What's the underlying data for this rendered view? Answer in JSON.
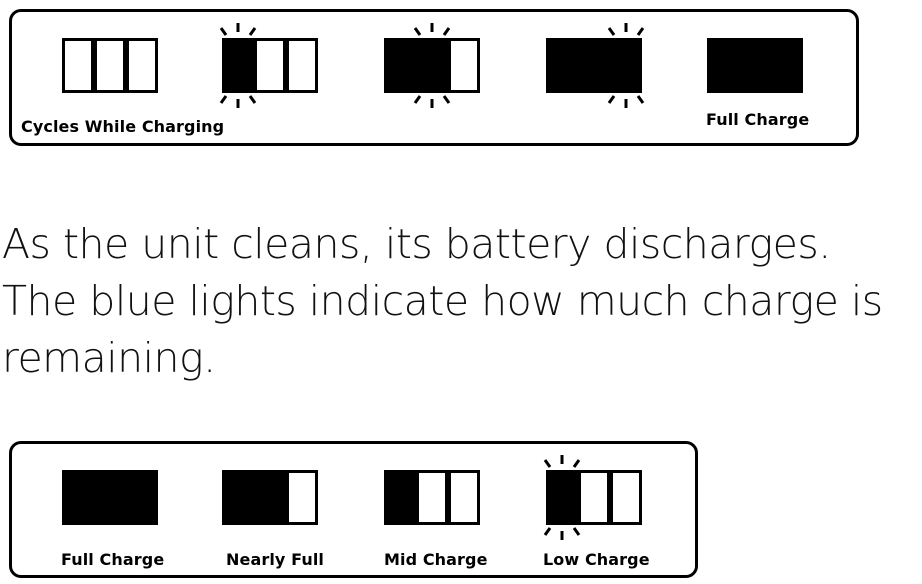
{
  "charging_panel": {
    "caption_left": "Cycles While Charging",
    "caption_right": "Full Charge",
    "gauges": [
      {
        "name": "empty",
        "filled": [
          false,
          false,
          false
        ],
        "flash_segment": null
      },
      {
        "name": "charging-1",
        "filled": [
          true,
          false,
          false
        ],
        "flash_segment": 0
      },
      {
        "name": "charging-2",
        "filled": [
          true,
          true,
          false
        ],
        "flash_segment": 1
      },
      {
        "name": "charging-3",
        "filled": [
          true,
          true,
          true
        ],
        "flash_segment": 2
      },
      {
        "name": "full",
        "filled": [
          true,
          true,
          true
        ],
        "flash_segment": null
      }
    ]
  },
  "paragraph": {
    "line1": "As the unit cleans, its battery discharges.",
    "line2": "The blue lights indicate how much charge is",
    "line3": "remaining."
  },
  "discharge_panel": {
    "gauges": [
      {
        "label": "Full Charge",
        "filled": [
          true,
          true,
          true
        ],
        "flash_segment": null
      },
      {
        "label": "Nearly Full",
        "filled": [
          true,
          true,
          false
        ],
        "flash_segment": null
      },
      {
        "label": "Mid Charge",
        "filled": [
          true,
          false,
          false
        ],
        "flash_segment": null
      },
      {
        "label": "Low Charge",
        "filled": [
          true,
          false,
          false
        ],
        "flash_segment": 0
      }
    ]
  }
}
